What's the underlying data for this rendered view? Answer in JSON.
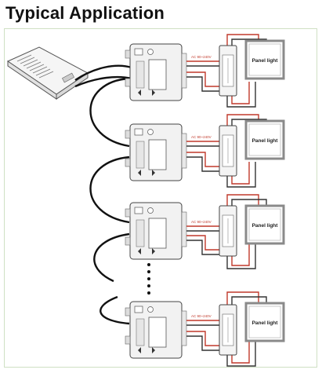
{
  "title": "Typical Application",
  "device": {
    "ac_label": "AC 90~240V",
    "load_label": "Panel light"
  },
  "diagram": {
    "units": [
      {
        "ac_label": "AC 90~240V",
        "load_label": "Panel light"
      },
      {
        "ac_label": "AC 90~240V",
        "load_label": "Panel light"
      },
      {
        "ac_label": "AC 90~240V",
        "load_label": "Panel light"
      },
      {
        "ac_label": "AC 90~240V",
        "load_label": "Panel light"
      }
    ],
    "continuation": "…",
    "colors": {
      "line": "#222222",
      "wire_red": "#c0392b",
      "wire_black": "#333333",
      "device_fill": "#f2f2f2",
      "panel_border": "#8a8a8a",
      "frame": "#cfe0c4"
    },
    "icons": [
      "dmx-console-icon",
      "dmx-decoder-icon",
      "led-driver-icon",
      "panel-light-icon"
    ]
  }
}
